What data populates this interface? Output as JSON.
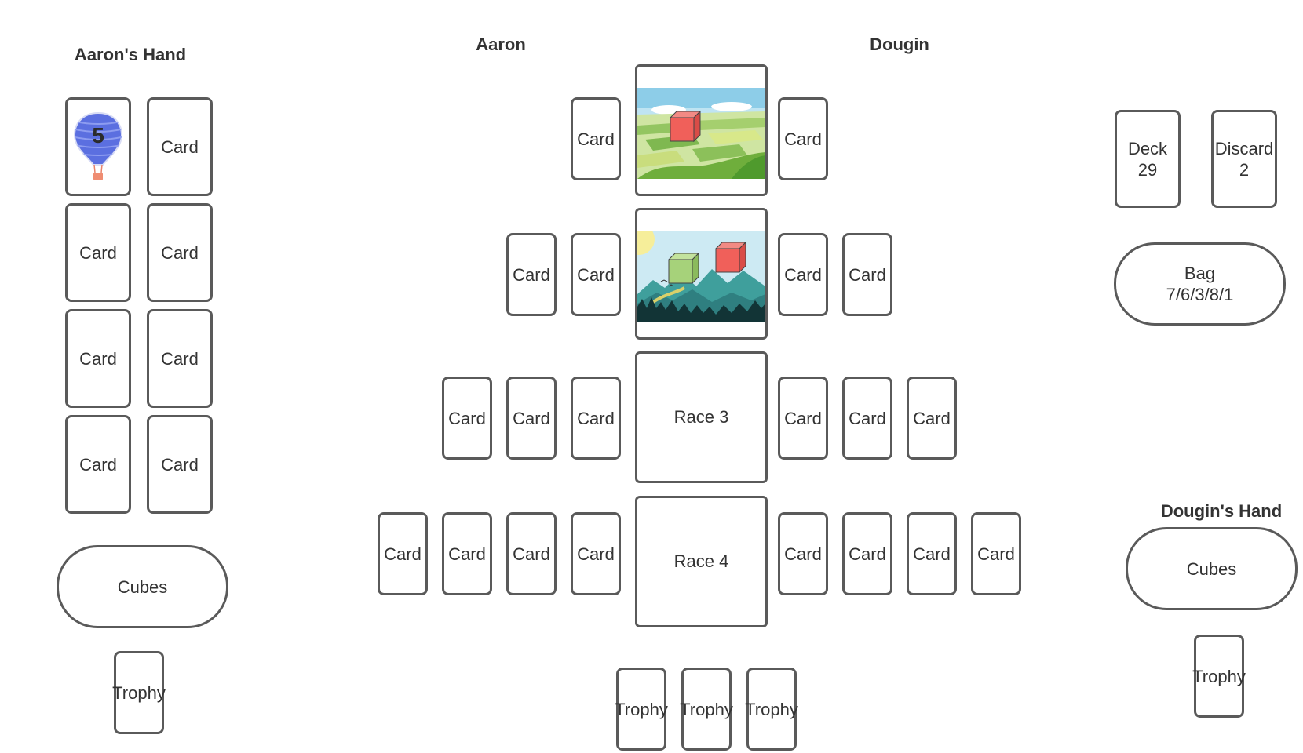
{
  "labels": {
    "aaron_hand": "Aaron's Hand",
    "aaron": "Aaron",
    "dougin": "Dougin",
    "dougin_hand": "Dougin's Hand"
  },
  "aaron_hand": {
    "balloon_value": "5",
    "cards": [
      "Card",
      "Card",
      "Card",
      "Card",
      "Card",
      "Card",
      "Card"
    ],
    "cubes": "Cubes",
    "trophy": "Trophy"
  },
  "races": {
    "race1": {
      "aaron_cards": [
        "Card"
      ],
      "dougin_cards": [
        "Card"
      ],
      "image": "farmland-scene-with-red-cube"
    },
    "race2": {
      "aaron_cards": [
        "Card",
        "Card"
      ],
      "dougin_cards": [
        "Card",
        "Card"
      ],
      "image": "mountain-forest-scene-with-green-and-red-cubes"
    },
    "race3": {
      "label": "Race 3",
      "aaron_cards": [
        "Card",
        "Card",
        "Card"
      ],
      "dougin_cards": [
        "Card",
        "Card",
        "Card"
      ]
    },
    "race4": {
      "label": "Race 4",
      "aaron_cards": [
        "Card",
        "Card",
        "Card",
        "Card"
      ],
      "dougin_cards": [
        "Card",
        "Card",
        "Card",
        "Card"
      ]
    }
  },
  "trophies": [
    "Trophy",
    "Trophy",
    "Trophy"
  ],
  "deck": {
    "label": "Deck",
    "count": "29"
  },
  "discard": {
    "label": "Discard",
    "count": "2"
  },
  "bag": {
    "label": "Bag",
    "counts": "7/6/3/8/1"
  },
  "dougin_hand": {
    "cubes": "Cubes",
    "trophy": "Trophy"
  },
  "colors": {
    "border": "#5a5a5a",
    "text": "#333333",
    "balloon_blue": "#5b6fe0",
    "cube_red": "#f0605a",
    "cube_green": "#a6d27a"
  }
}
